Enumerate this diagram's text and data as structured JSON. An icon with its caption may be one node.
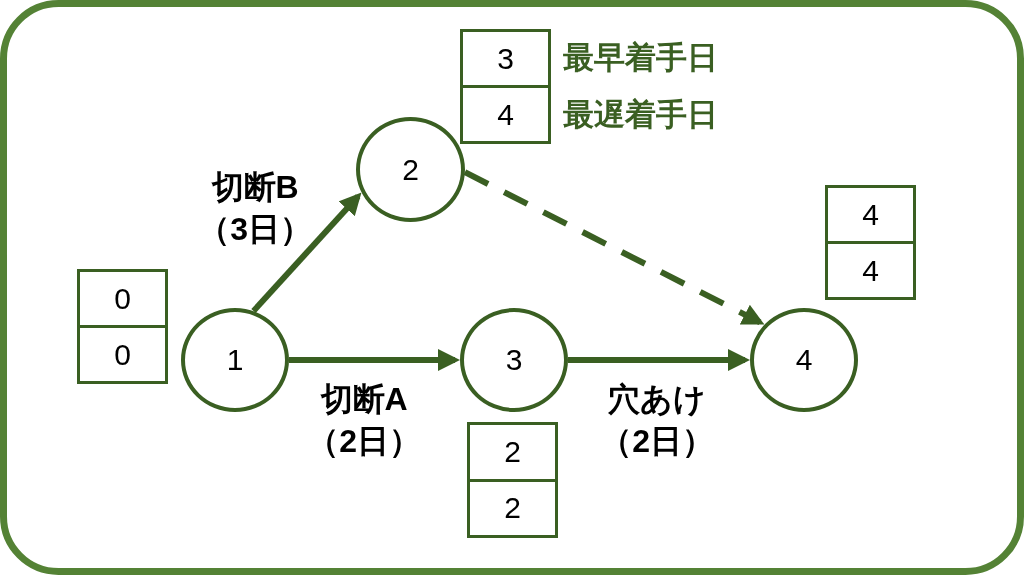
{
  "diagram": {
    "nodes": [
      {
        "text": [
          "3",
          "4"
        ],
        "beside": [
          "最早着手日",
          "最遅着手日"
        ]
      },
      {
        "text": [
          "2"
        ]
      },
      {
        "text": [
          "4",
          "4"
        ]
      },
      {
        "text": [
          "0",
          "0"
        ]
      },
      {
        "text": [
          "1"
        ]
      },
      {
        "text": [
          "3"
        ]
      },
      {
        "text": [
          "4"
        ]
      },
      {
        "text": [
          "2",
          "2"
        ]
      }
    ],
    "edges": [
      {
        "from": 4,
        "to": 1,
        "arrow": "to",
        "label": "切断B（3日）"
      },
      {
        "from": 4,
        "to": 5,
        "arrow": "to",
        "label": "切断A（2日）"
      },
      {
        "from": 5,
        "to": 6,
        "arrow": "to",
        "label": "穴あけ（2日）"
      },
      {
        "from": 1,
        "to": 6,
        "arrow": "to",
        "style": "dashed"
      }
    ]
  }
}
